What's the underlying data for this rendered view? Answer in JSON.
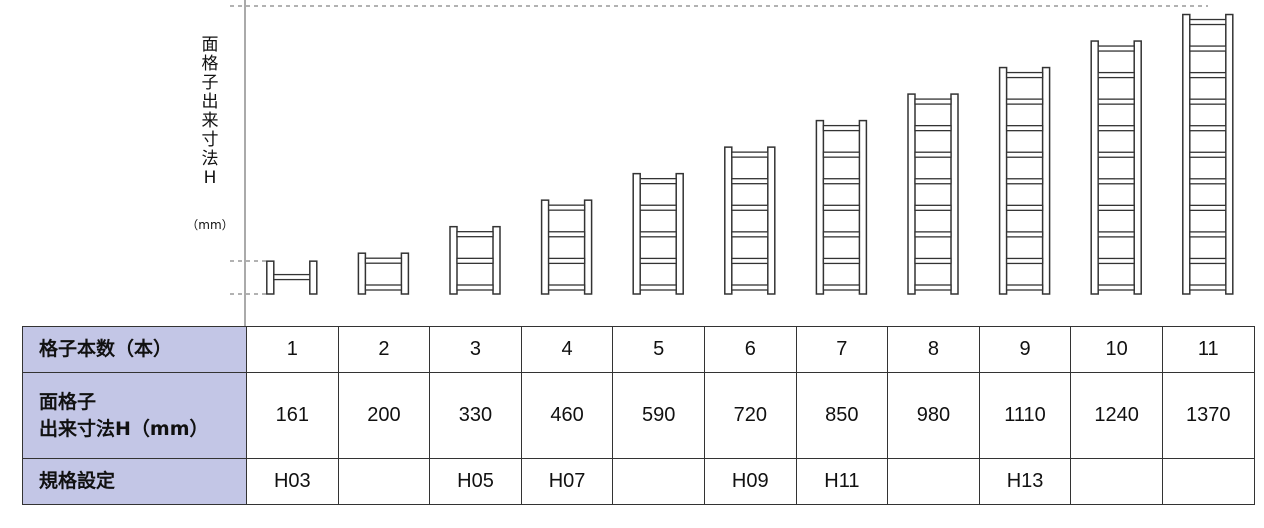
{
  "axis_label_chars": [
    "面",
    "格",
    "子",
    "出",
    "来",
    "寸",
    "法",
    "H"
  ],
  "axis_unit": "（mm）",
  "row_headers": {
    "count": "格子本数（本）",
    "height_line1": "面格子",
    "height_line2": "出来寸法H（mm）",
    "spec": "規格設定"
  },
  "columns": [
    {
      "count": "1",
      "height": "161",
      "spec": "H03"
    },
    {
      "count": "2",
      "height": "200",
      "spec": ""
    },
    {
      "count": "3",
      "height": "330",
      "spec": "H05"
    },
    {
      "count": "4",
      "height": "460",
      "spec": "H07"
    },
    {
      "count": "5",
      "height": "590",
      "spec": ""
    },
    {
      "count": "6",
      "height": "720",
      "spec": "H09"
    },
    {
      "count": "7",
      "height": "850",
      "spec": "H11"
    },
    {
      "count": "8",
      "height": "980",
      "spec": ""
    },
    {
      "count": "9",
      "height": "1110",
      "spec": "H13"
    },
    {
      "count": "10",
      "height": "1240",
      "spec": ""
    },
    {
      "count": "11",
      "height": "1370",
      "spec": ""
    }
  ],
  "colors": {
    "header_bg": "#c3c6e6",
    "line": "#333333"
  }
}
